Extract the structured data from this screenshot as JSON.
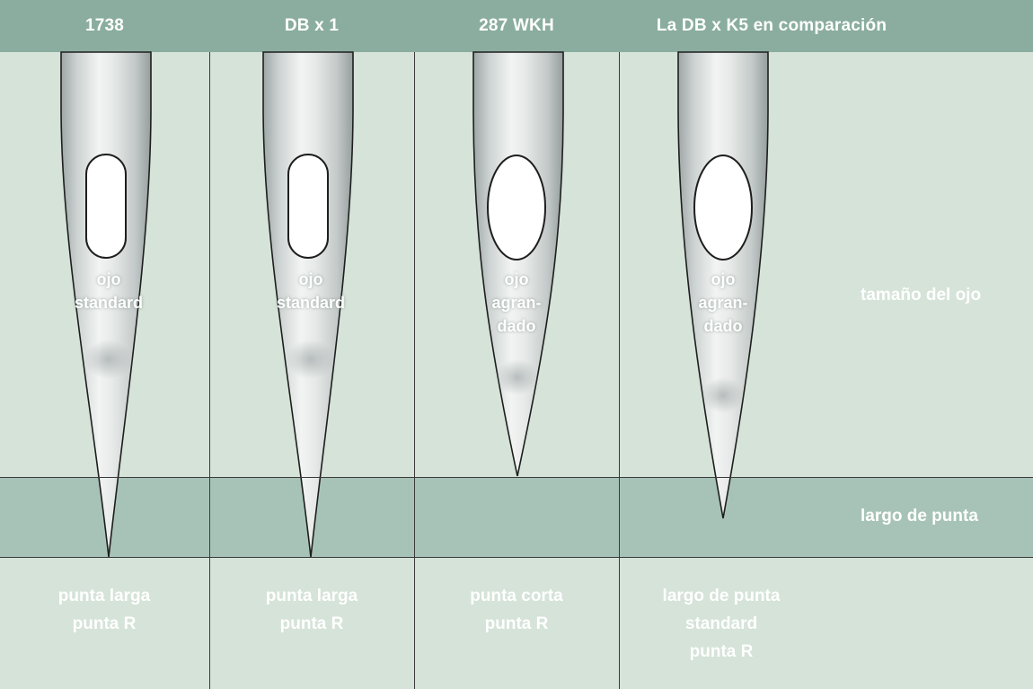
{
  "columns": [
    {
      "header": "1738",
      "eye_label": [
        "ojo",
        "standard"
      ],
      "footer": [
        "punta larga",
        "punta R"
      ]
    },
    {
      "header": "DB x 1",
      "eye_label": [
        "ojo",
        "standard"
      ],
      "footer": [
        "punta larga",
        "punta R"
      ]
    },
    {
      "header": "287 WKH",
      "eye_label": [
        "ojo",
        "agran-",
        "dado"
      ],
      "footer": [
        "punta corta",
        "punta R"
      ]
    },
    {
      "header": "La DB x K5 en comparación",
      "eye_label": [
        "ojo",
        "agran-",
        "dado"
      ],
      "footer": [
        "largo de punta",
        "standard",
        "punta R"
      ]
    }
  ],
  "row_labels": {
    "eye_size": "tamaño del ojo",
    "point_length": "largo de punta"
  },
  "colors": {
    "header_band": "#8aada0",
    "light_band": "#d5e3d8",
    "mid_band": "#a7c3b7",
    "text": "#ffffff",
    "divider": "#3a3a3a"
  }
}
